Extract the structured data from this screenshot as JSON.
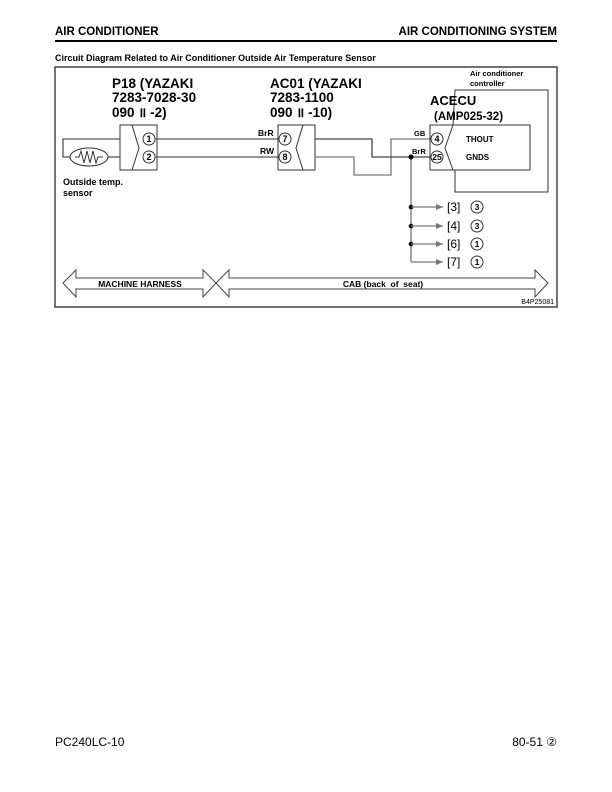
{
  "header": {
    "left": "AIR CONDITIONER",
    "right": "AIR CONDITIONING SYSTEM"
  },
  "subtitle": "Circuit Diagram Related to Air Conditioner Outside Air Temperature Sensor",
  "diagram": {
    "p18": {
      "line1": "P18 (YAZAKI",
      "line2": "7283-7028-30",
      "line3": "090 ॥ -2)",
      "pins": [
        "1",
        "2"
      ]
    },
    "ac01": {
      "line1": "AC01 (YAZAKI",
      "line2": "7283-1100",
      "line3": "090 ॥ -10)",
      "pins": [
        "7",
        "8"
      ],
      "wires": [
        "BrR",
        "RW"
      ]
    },
    "sensor": {
      "line1": "Outside temp.",
      "line2": "sensor"
    },
    "controller": {
      "line1": "Air conditioner",
      "line2": "controller"
    },
    "acecu": {
      "line1": "ACECU",
      "line2": "(AMP025-32)",
      "pins": [
        "4",
        "25"
      ],
      "wires": [
        "GB",
        "BrR"
      ],
      "signals": [
        "THOUT",
        "GNDS"
      ]
    },
    "branches": [
      {
        "ref": "[3]",
        "sheet": "3"
      },
      {
        "ref": "[4]",
        "sheet": "3"
      },
      {
        "ref": "[6]",
        "sheet": "1"
      },
      {
        "ref": "[7]",
        "sheet": "1"
      }
    ],
    "harness_left": "MACHINE HARNESS",
    "harness_right": "CAB (back  of  seat)",
    "figure_id": "B4P25081"
  },
  "footer": {
    "model": "PC240LC-10",
    "page": "80-51 ②"
  }
}
